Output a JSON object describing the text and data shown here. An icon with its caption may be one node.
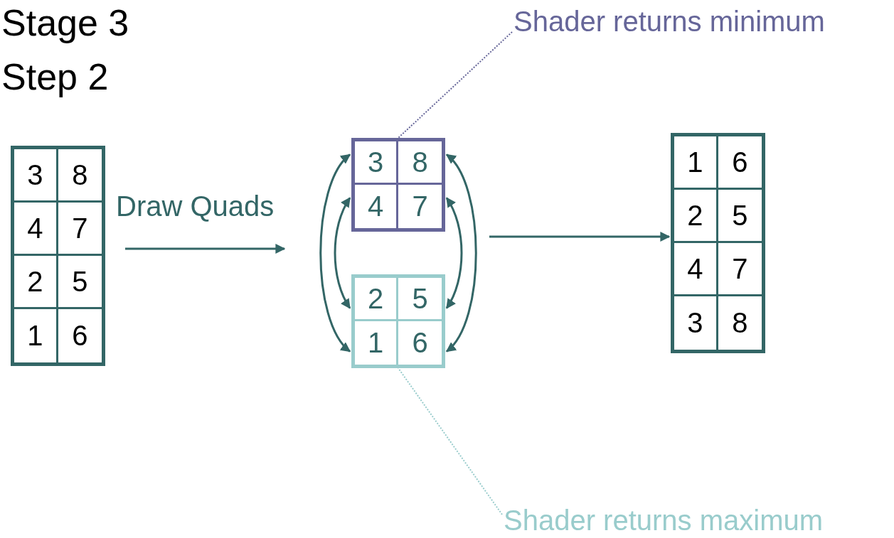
{
  "diagram": {
    "nodes": [
      {
        "text": [],
        "shape": "box"
      },
      {
        "text": [
          "3"
        ],
        "in": 0
      },
      {
        "text": [
          "8"
        ],
        "in": 0
      },
      {
        "text": [
          "4"
        ],
        "in": 0
      },
      {
        "text": [
          "7"
        ],
        "in": 0
      },
      {
        "text": [
          "2"
        ],
        "in": 0
      },
      {
        "text": [
          "5"
        ],
        "in": 0
      },
      {
        "text": [
          "1"
        ],
        "in": 0
      },
      {
        "text": [
          "6"
        ],
        "in": 0
      },
      {
        "text": [],
        "shape": "box"
      },
      {
        "text": [
          "3"
        ],
        "in": 9
      },
      {
        "text": [
          "8"
        ],
        "in": 9
      },
      {
        "text": [
          "4"
        ],
        "in": 9
      },
      {
        "text": [
          "7"
        ],
        "in": 9
      },
      {
        "text": [],
        "shape": "box"
      },
      {
        "text": [
          "2"
        ],
        "in": 14
      },
      {
        "text": [
          "5"
        ],
        "in": 14
      },
      {
        "text": [
          "1"
        ],
        "in": 14
      },
      {
        "text": [
          "6"
        ],
        "in": 14
      },
      {
        "text": [],
        "shape": "box"
      },
      {
        "text": [
          "1"
        ],
        "in": 19
      },
      {
        "text": [
          "6"
        ],
        "in": 19
      },
      {
        "text": [
          "2"
        ],
        "in": 19
      },
      {
        "text": [
          "5"
        ],
        "in": 19
      },
      {
        "text": [
          "4"
        ],
        "in": 19
      },
      {
        "text": [
          "7"
        ],
        "in": 19
      },
      {
        "text": [
          "3"
        ],
        "in": 19
      },
      {
        "text": [
          "8"
        ],
        "in": 19
      },
      {
        "text": [
          "Shader returns minimum"
        ]
      },
      {
        "text": [
          "Shader returns maximum"
        ]
      }
    ],
    "edges": [
      {
        "from": 0,
        "to": null,
        "arrow": "to",
        "label": "Draw Quads"
      },
      {
        "from": 10,
        "to": 17,
        "arrow": "both"
      },
      {
        "from": 12,
        "to": 15,
        "arrow": "both"
      },
      {
        "from": 11,
        "to": 18,
        "arrow": "both"
      },
      {
        "from": 13,
        "to": 16,
        "arrow": "both"
      },
      {
        "from": null,
        "to": 19,
        "arrow": "to"
      },
      {
        "from": 28,
        "to": 9,
        "arrow": "none",
        "style": "dashed",
        "color": "#666699"
      },
      {
        "from": 29,
        "to": 14,
        "arrow": "none",
        "style": "dashed",
        "color": "#99cccc"
      }
    ],
    "labels": [
      "Stage 3",
      "Step 2"
    ]
  }
}
